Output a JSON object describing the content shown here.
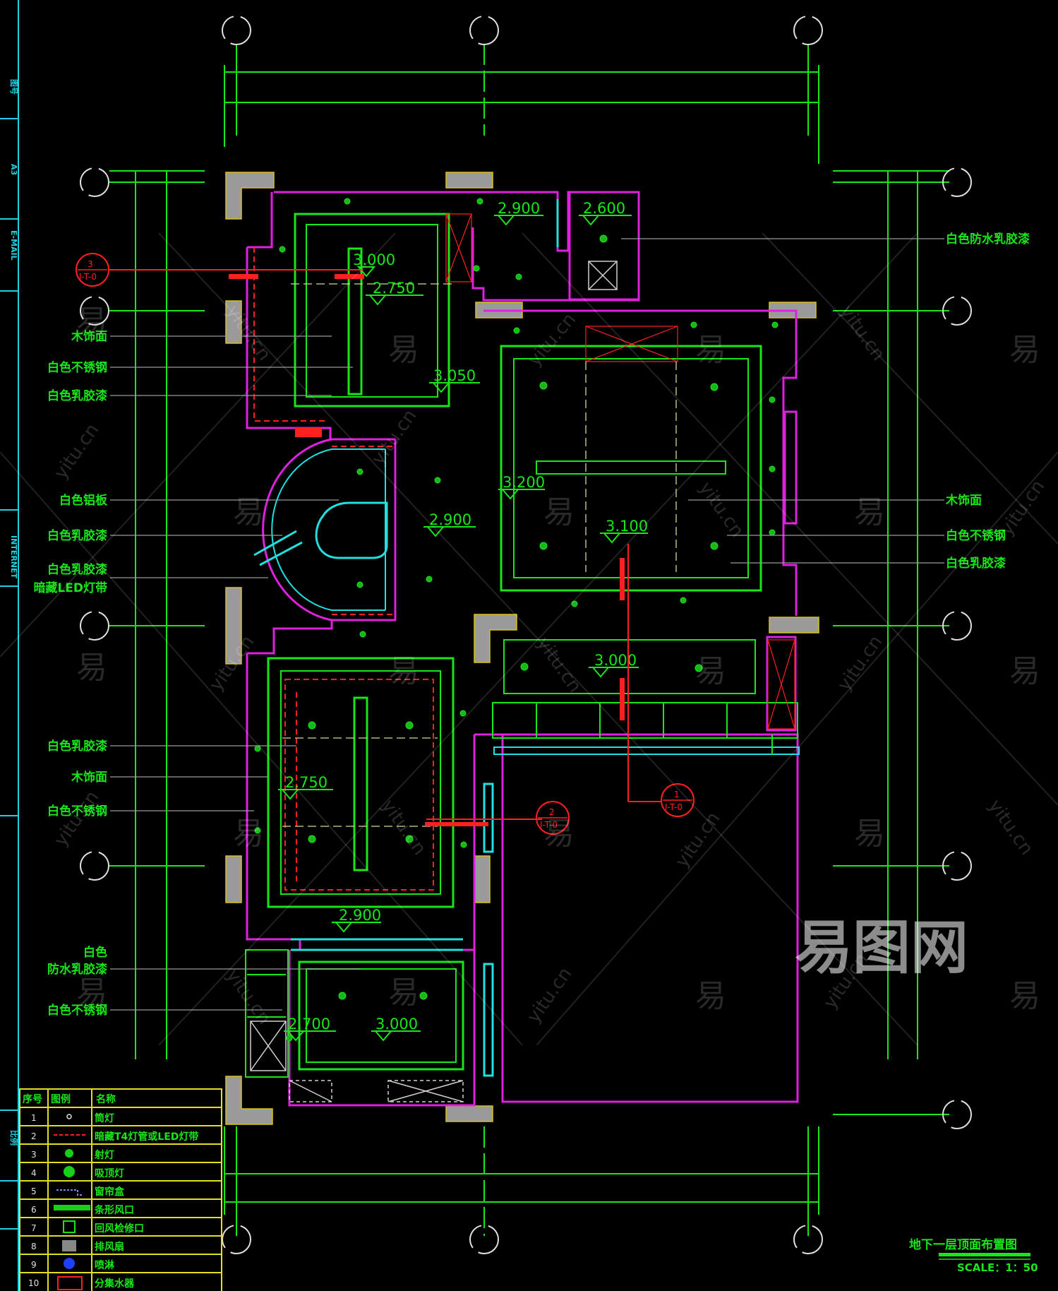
{
  "title_block": [
    "图号",
    "A3",
    "E-MAIL",
    "INTERNET",
    "比例"
  ],
  "section_tags": [
    {
      "num": "3",
      "ref": "I-T-0"
    },
    {
      "num": "2",
      "ref": "I-T-0"
    },
    {
      "num": "1",
      "ref": "I-T-0"
    }
  ],
  "elevations": [
    "2.900",
    "2.600",
    "3.000",
    "2.750",
    "3.050",
    "3.200",
    "3.100",
    "2.900",
    "3.000",
    "2.750",
    "2.900",
    "2.700",
    "3.000"
  ],
  "left_annotations": [
    "木饰面",
    "白色不锈钢",
    "白色乳胶漆",
    "白色铝板",
    "白色乳胶漆",
    "白色乳胶漆",
    "暗藏LED灯带",
    "白色乳胶漆",
    "木饰面",
    "白色不锈钢",
    "白色",
    "防水乳胶漆",
    "白色不锈钢"
  ],
  "right_annotations": [
    "白色防水乳胶漆",
    "木饰面",
    "白色不锈钢",
    "白色乳胶漆"
  ],
  "legend": {
    "headers": [
      "序号",
      "图例",
      "名称"
    ],
    "rows": [
      {
        "num": "1",
        "name": "筒灯"
      },
      {
        "num": "2",
        "name": "暗藏T4灯管或LED灯带"
      },
      {
        "num": "3",
        "name": "射灯"
      },
      {
        "num": "4",
        "name": "吸顶灯"
      },
      {
        "num": "5",
        "name": "窗帘盒"
      },
      {
        "num": "6",
        "name": "条形风口"
      },
      {
        "num": "7",
        "name": "回风检修口"
      },
      {
        "num": "8",
        "name": "排风扇"
      },
      {
        "num": "9",
        "name": "喷淋"
      },
      {
        "num": "10",
        "name": "分集水器"
      }
    ]
  },
  "drawing_title": "地下一层顶面布置图",
  "scale": "SCALE：1：50",
  "watermarks": {
    "big": "易图网",
    "small": "易",
    "site": "yitu.cn"
  },
  "colors": {
    "wall": "#e020e0",
    "grid": "#19e619",
    "cyan": "#20e0e0",
    "red": "#ff2020",
    "column": "#9a9a9a",
    "legend_frame": "#e0e020"
  }
}
